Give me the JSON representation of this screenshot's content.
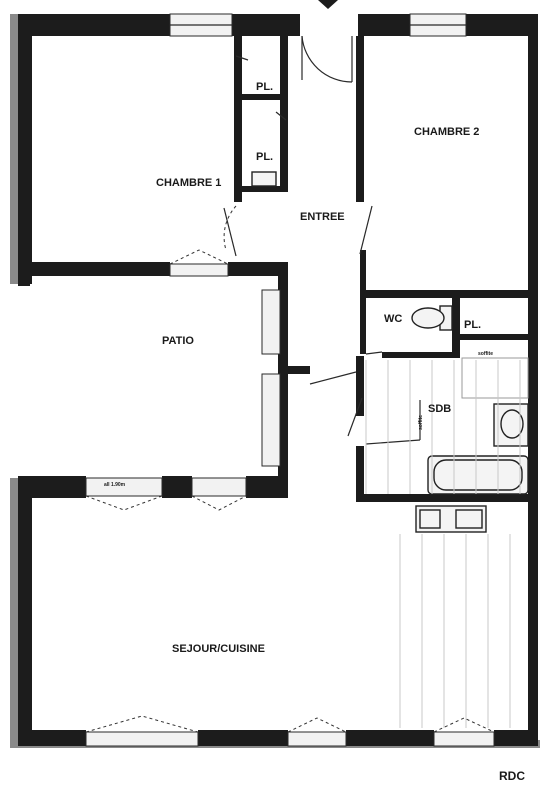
{
  "rooms": {
    "chambre1": "CHAMBRE 1",
    "chambre2": "CHAMBRE 2",
    "entree": "ENTREE",
    "patio": "PATIO",
    "sejour": "SEJOUR/CUISINE",
    "wc": "WC",
    "sdb": "SDB",
    "pl1": "PL.",
    "pl2": "PL.",
    "pl3": "PL."
  },
  "annotations": {
    "allege": "all 1.90m",
    "soffite_top": "soffite",
    "soffite_side": "soffite"
  },
  "level": "RDC"
}
